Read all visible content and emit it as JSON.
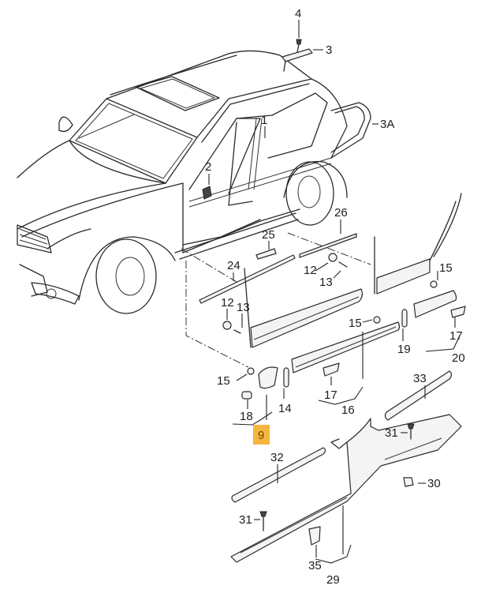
{
  "diagram": {
    "title": "Exploded parts diagram — vehicle side sill, door moldings and trim",
    "highlight_color": "#f5b53f",
    "highlighted_part": "9",
    "callouts": [
      {
        "id": "4",
        "label": "4"
      },
      {
        "id": "3",
        "label": "3"
      },
      {
        "id": "3A",
        "label": "3A"
      },
      {
        "id": "1",
        "label": "1"
      },
      {
        "id": "2",
        "label": "2"
      },
      {
        "id": "26",
        "label": "26"
      },
      {
        "id": "25",
        "label": "25"
      },
      {
        "id": "24",
        "label": "24"
      },
      {
        "id": "12a",
        "label": "12"
      },
      {
        "id": "13a",
        "label": "13"
      },
      {
        "id": "12b",
        "label": "12"
      },
      {
        "id": "13b",
        "label": "13"
      },
      {
        "id": "15a",
        "label": "15"
      },
      {
        "id": "15b",
        "label": "15"
      },
      {
        "id": "15c",
        "label": "15"
      },
      {
        "id": "17a",
        "label": "17"
      },
      {
        "id": "17b",
        "label": "17"
      },
      {
        "id": "19",
        "label": "19"
      },
      {
        "id": "20",
        "label": "20"
      },
      {
        "id": "14",
        "label": "14"
      },
      {
        "id": "16",
        "label": "16"
      },
      {
        "id": "18",
        "label": "18"
      },
      {
        "id": "9",
        "label": "9"
      },
      {
        "id": "33",
        "label": "33"
      },
      {
        "id": "32",
        "label": "32"
      },
      {
        "id": "31a",
        "label": "31"
      },
      {
        "id": "31b",
        "label": "31"
      },
      {
        "id": "30",
        "label": "30"
      },
      {
        "id": "35",
        "label": "35"
      },
      {
        "id": "29",
        "label": "29"
      }
    ]
  }
}
